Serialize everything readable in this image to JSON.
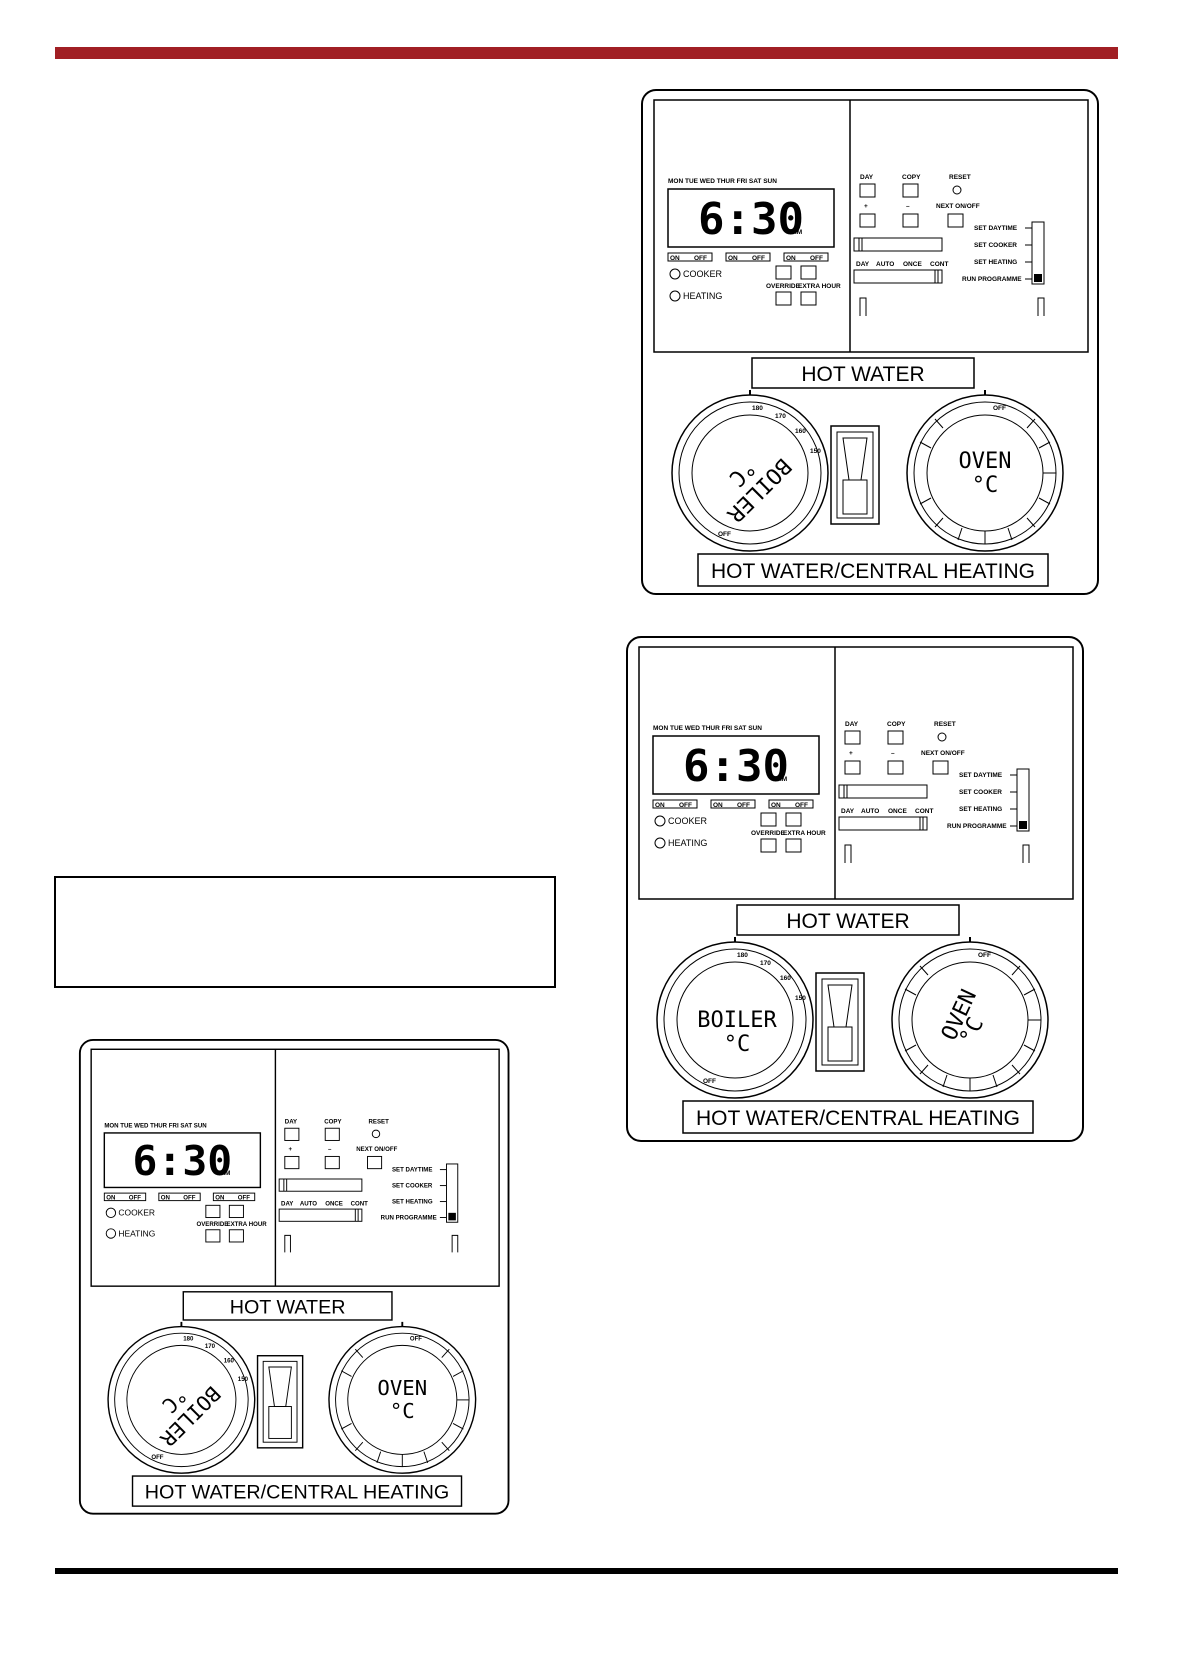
{
  "panel": {
    "days": "MON TUE WED THUR FRI SAT SUN",
    "time": "6:30",
    "ampm": "AM",
    "on": "ON",
    "off": "OFF",
    "cooker": "COOKER",
    "heating": "HEATING",
    "override": "OVERRIDE",
    "extra_hour": "EXTRA HOUR",
    "day": "DAY",
    "copy": "COPY",
    "reset": "RESET",
    "plus": "+",
    "minus": "–",
    "next_on_off": "NEXT ON/OFF",
    "set_daytime": "SET DAYTIME",
    "set_cooker": "SET COOKER",
    "set_heating": "SET HEATING",
    "run_programme": "RUN PROGRAMME",
    "mode_day": "DAY",
    "mode_auto": "AUTO",
    "mode_once": "ONCE",
    "mode_cont": "CONT",
    "hot_water": "HOT WATER",
    "hot_water_central_heating": "HOT WATER/CENTRAL HEATING",
    "boiler": "BOILER",
    "degc": "°C",
    "oven": "OVEN",
    "dial_off": "OFF",
    "temp_180": "180",
    "temp_170": "170",
    "temp_160": "160",
    "temp_150": "150"
  }
}
